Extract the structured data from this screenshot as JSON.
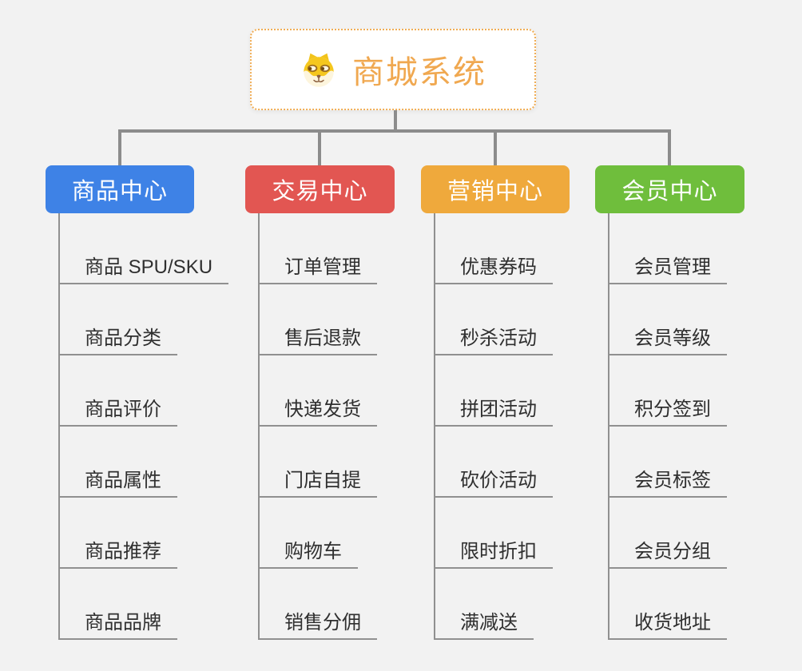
{
  "page": {
    "background_color": "#f2f2f2",
    "connector_color": "#8c8c8c",
    "branch_line_color": "#909090"
  },
  "root": {
    "title": "商城系统",
    "icon": "shiba-dog-icon",
    "text_color": "#f0a850",
    "border_color": "#f0ad55",
    "background_color": "#ffffff"
  },
  "branches": [
    {
      "label": "商品中心",
      "color": "#3e82e6",
      "items": [
        "商品 SPU/SKU",
        "商品分类",
        "商品评价",
        "商品属性",
        "商品推荐",
        "商品品牌"
      ]
    },
    {
      "label": "交易中心",
      "color": "#e25652",
      "items": [
        "订单管理",
        "售后退款",
        "快递发货",
        "门店自提",
        "购物车",
        "销售分佣"
      ]
    },
    {
      "label": "营销中心",
      "color": "#efa93c",
      "items": [
        "优惠券码",
        "秒杀活动",
        "拼团活动",
        "砍价活动",
        "限时折扣",
        "满减送"
      ]
    },
    {
      "label": "会员中心",
      "color": "#6fbe3c",
      "items": [
        "会员管理",
        "会员等级",
        "积分签到",
        "会员标签",
        "会员分组",
        "收货地址"
      ]
    }
  ]
}
